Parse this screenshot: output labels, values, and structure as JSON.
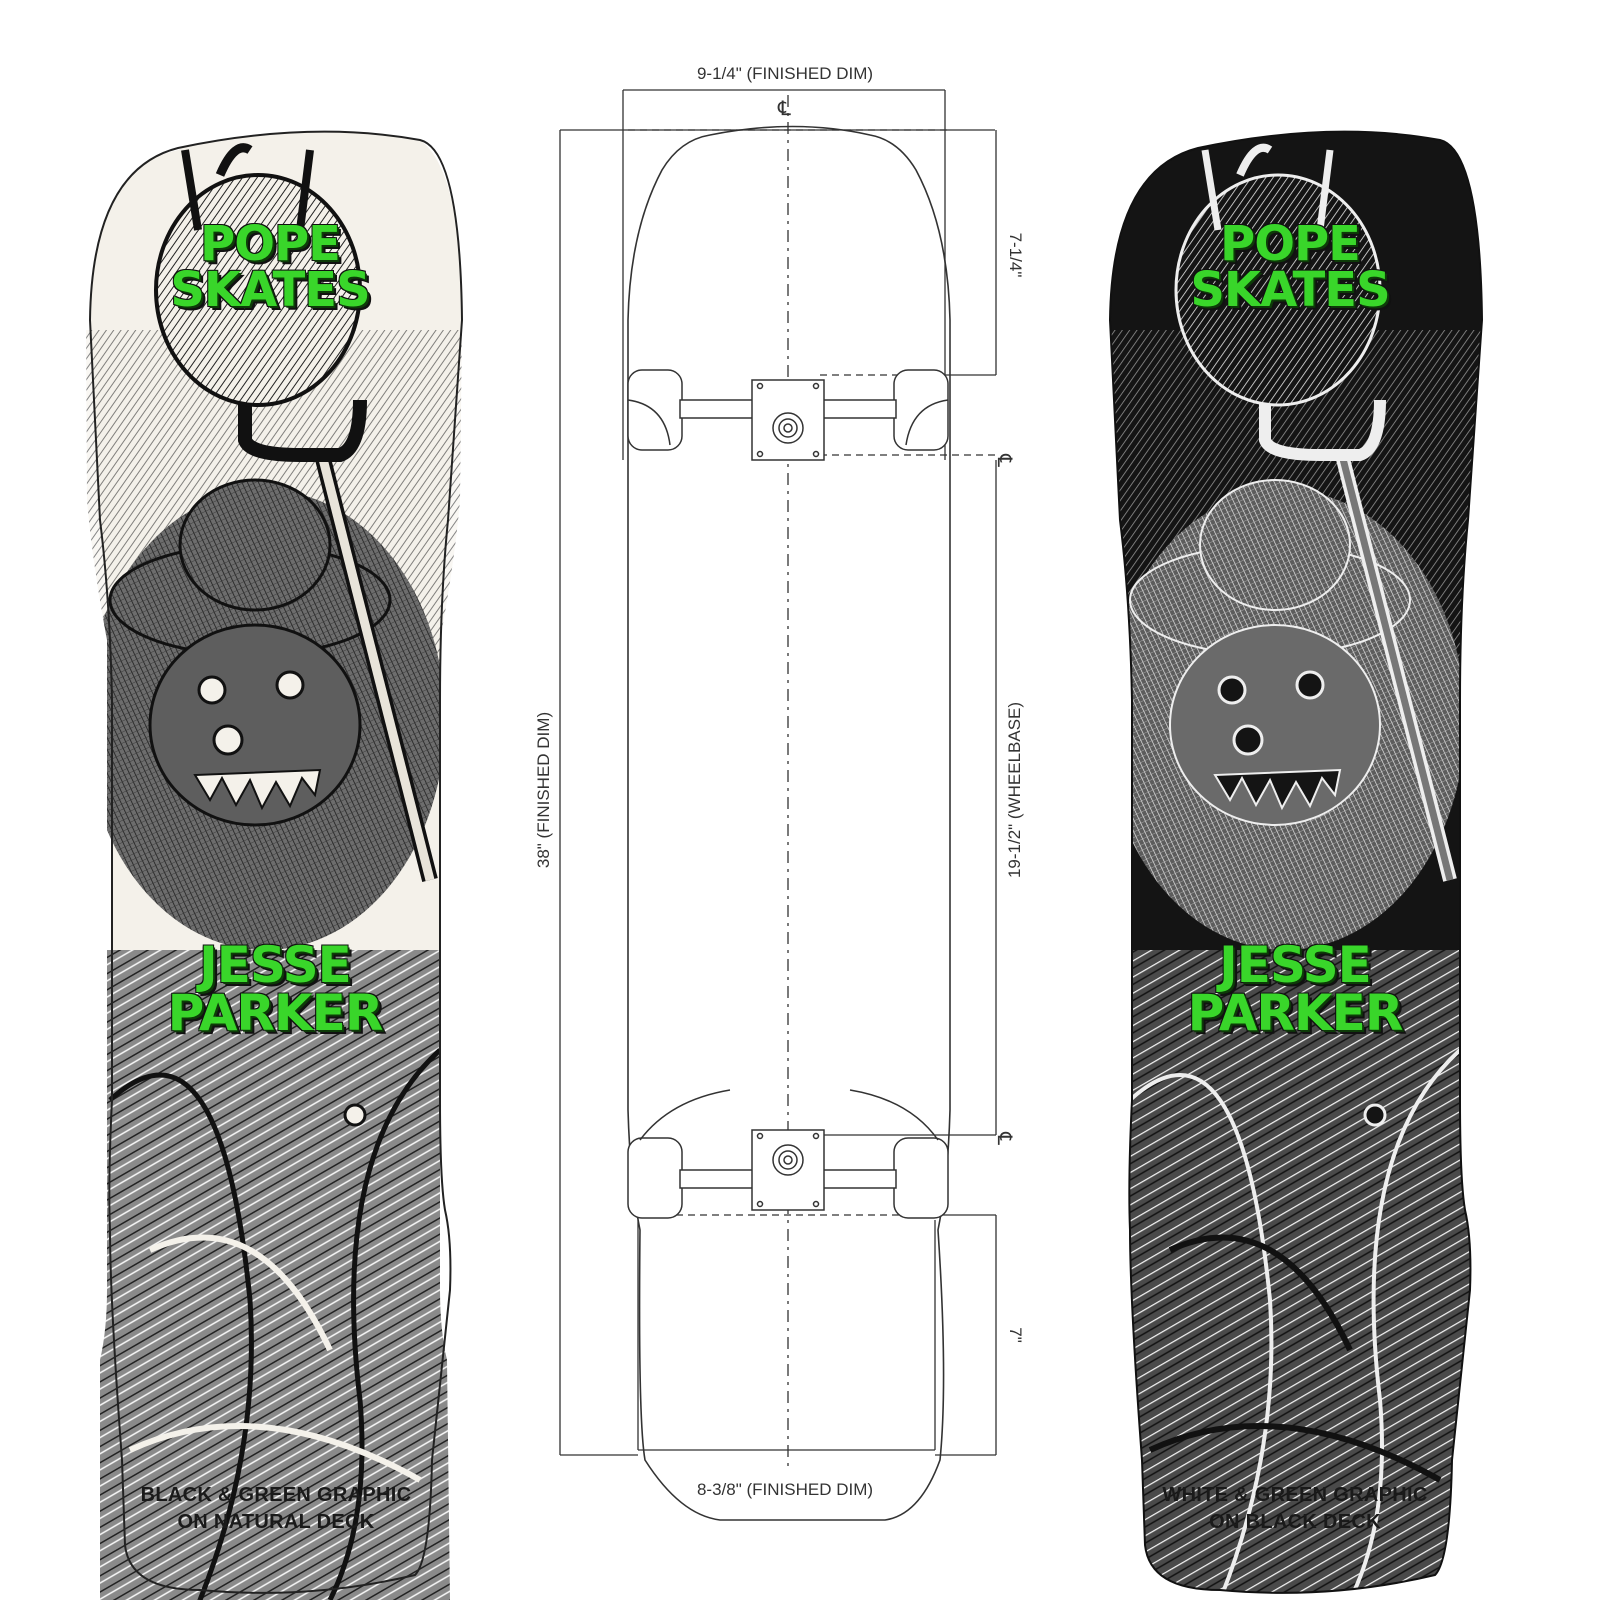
{
  "left_deck": {
    "brand_line1": "POPE",
    "brand_line2": "SKATES",
    "rider_line1": "JESSE",
    "rider_line2": "PARKER",
    "caption_line1": "BLACK & GREEN GRAPHIC",
    "caption_line2": "ON NATURAL DECK",
    "deck_color": "#f4f1ea",
    "ink_color": "#1c1c1c"
  },
  "right_deck": {
    "brand_line1": "POPE",
    "brand_line2": "SKATES",
    "rider_line1": "JESSE",
    "rider_line2": "PARKER",
    "caption_line1": "WHITE & GREEN GRAPHIC",
    "caption_line2": "ON BLACK DECK",
    "deck_color": "#141414",
    "ink_color": "#e8e8e8"
  },
  "accent_green": "#39d62a",
  "blueprint": {
    "top_width": "9-1/4\" (FINISHED DIM)",
    "bottom_width": "8-3/8\" (FINISHED DIM)",
    "overall_length": "38\" (FINISHED DIM)",
    "nose_length": "7-1/4\"",
    "wheelbase": "19-1/2\" (WHEELBASE)",
    "tail_length": "7\"",
    "centerline_symbol": "℄"
  }
}
